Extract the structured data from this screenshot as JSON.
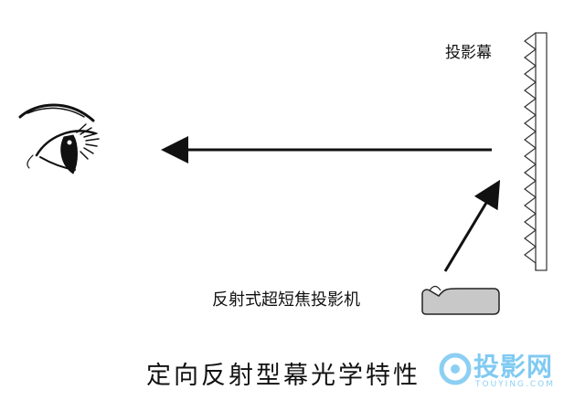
{
  "labels": {
    "screen": "投影幕",
    "projector": "反射式超短焦投影机",
    "caption": "定向反射型幕光学特性"
  },
  "watermark": {
    "text": "投影网",
    "sub": "TOUYING.COM"
  },
  "colors": {
    "line": "#111111",
    "screen_fill": "#ffffff",
    "projector_fill": "#c8c8c8",
    "watermark": "#1aa0e8"
  },
  "icons": {
    "eye": "eye-icon",
    "projector": "projector-icon",
    "watermark_logo": "touying-logo-icon"
  }
}
